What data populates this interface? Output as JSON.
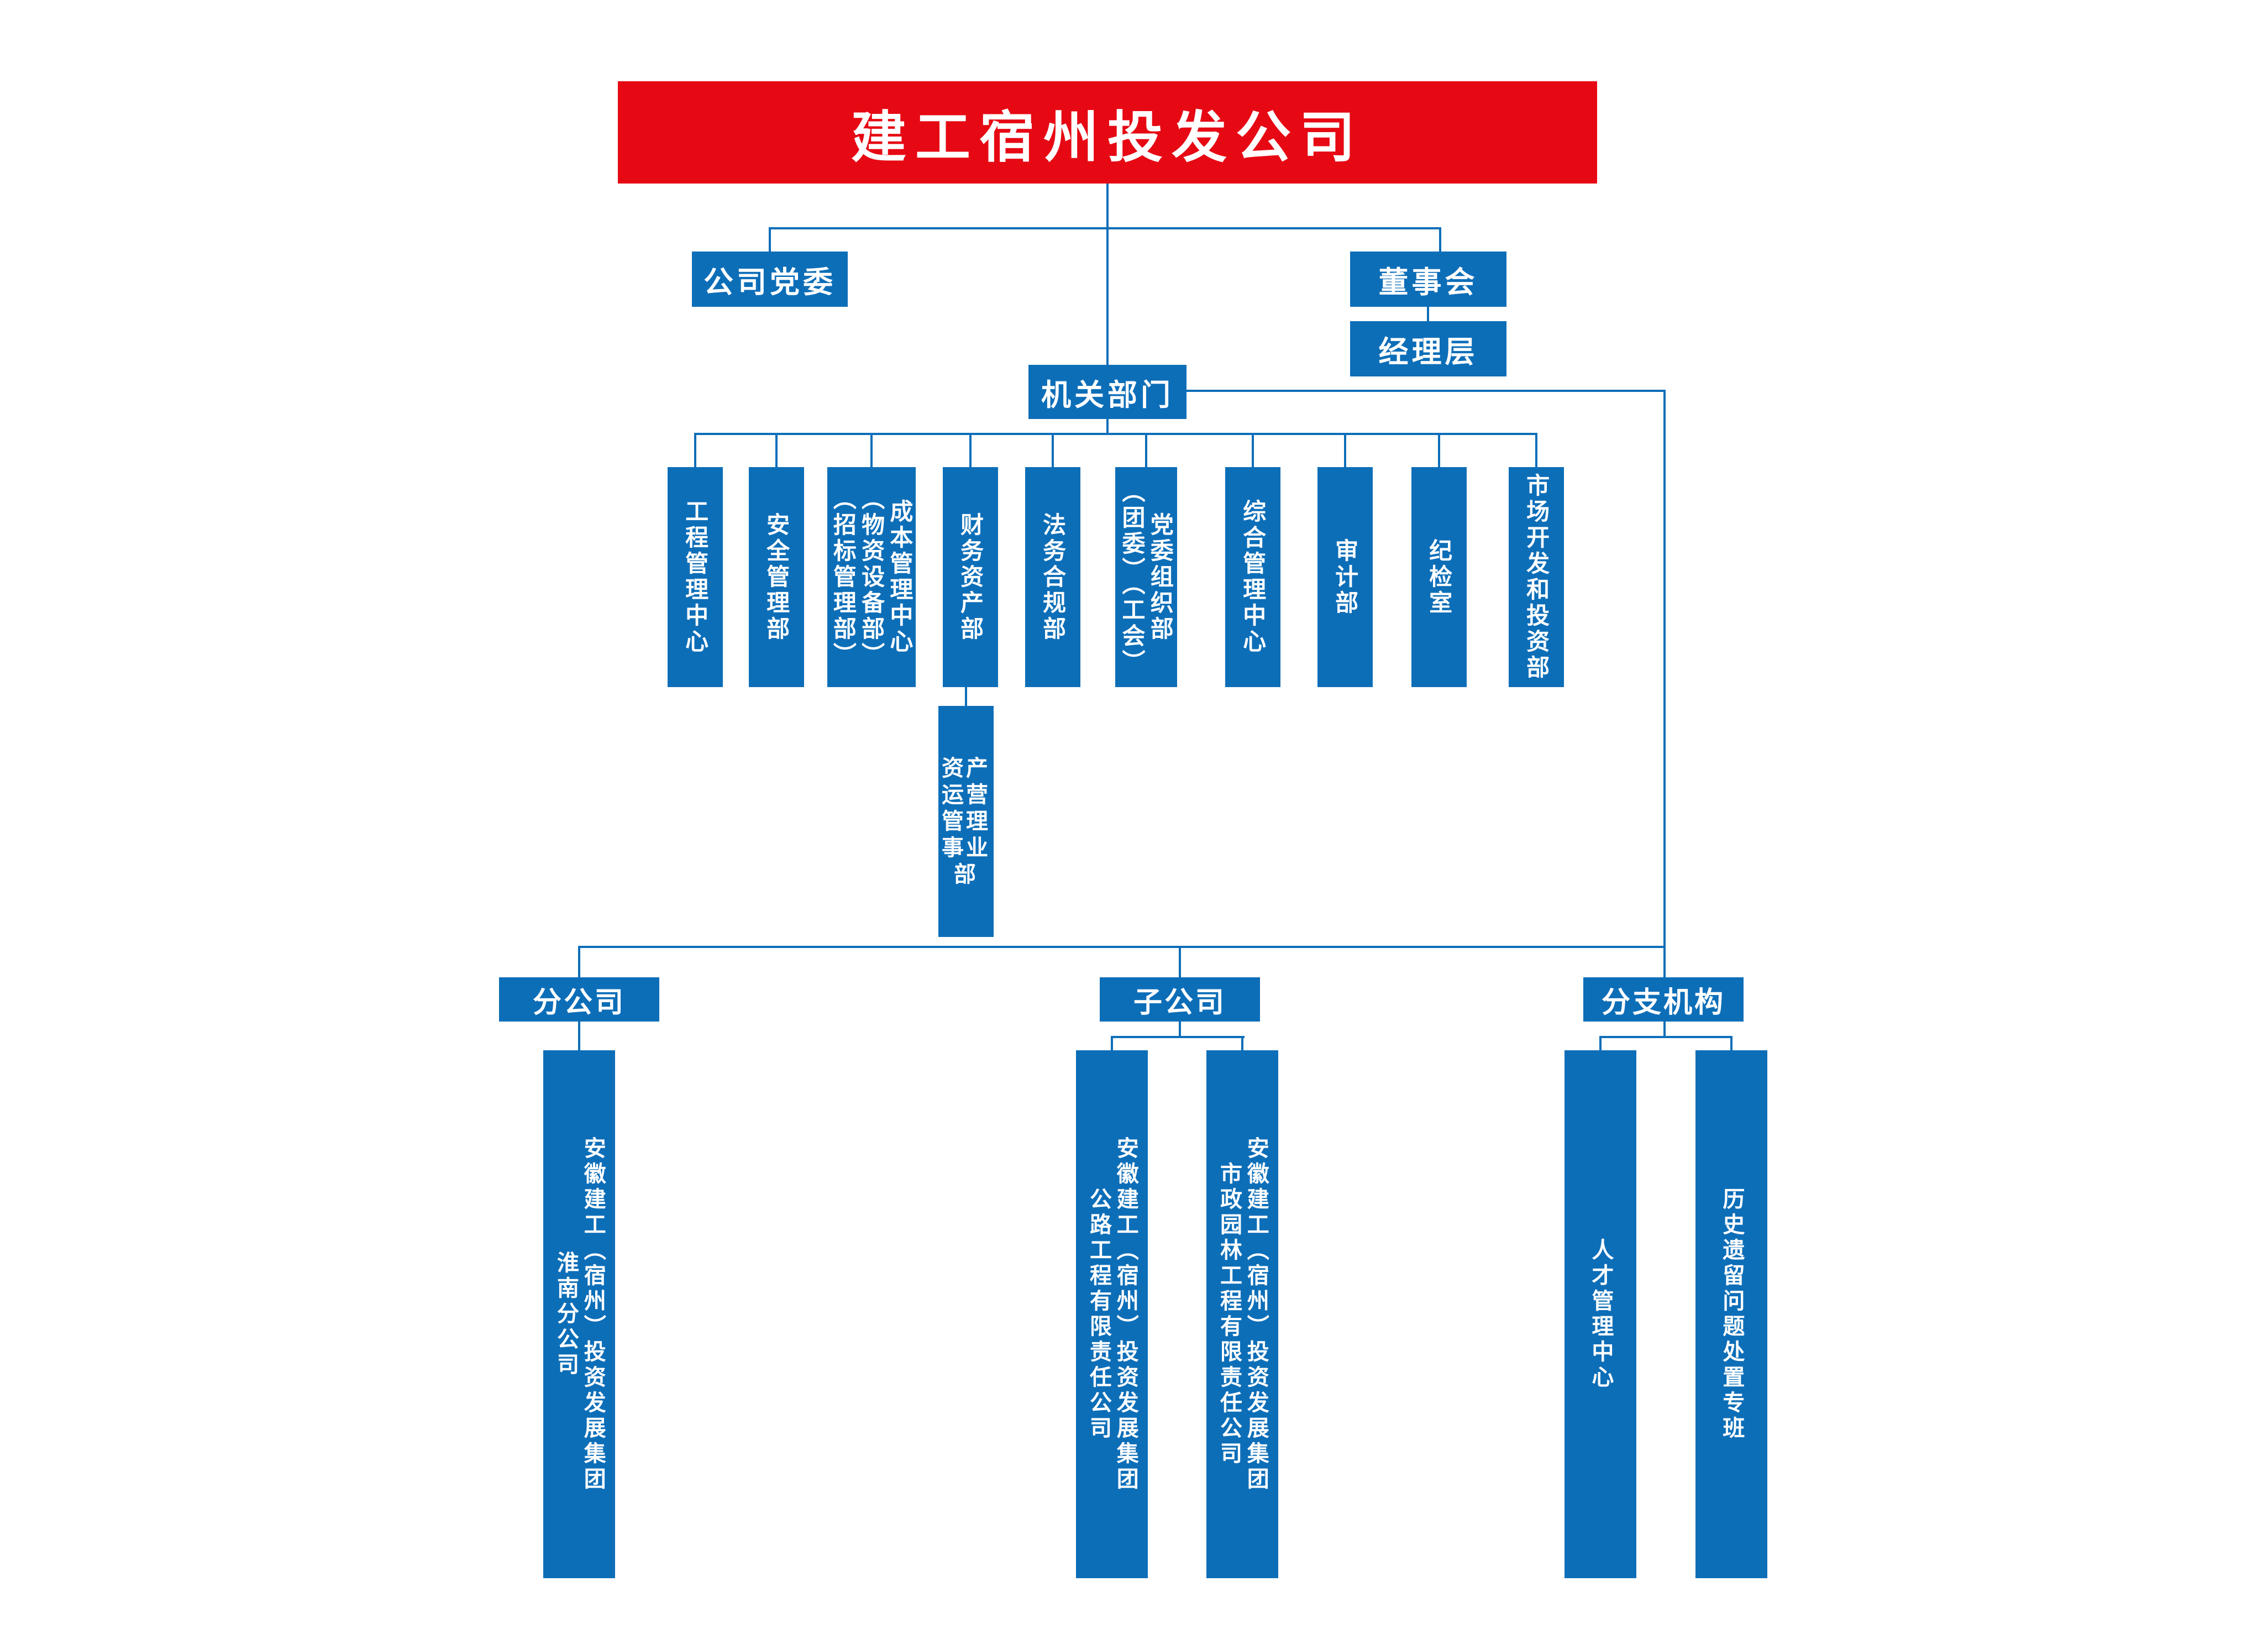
{
  "title": "建工宿州投发公司",
  "nodes": {
    "party_committee": "公司党委",
    "board": "董事会",
    "management": "经理层",
    "organ_departments": "机关部门",
    "asset_division": "资产运营管理事业部"
  },
  "departments": [
    "工程管理中心",
    "安全管理部",
    "成本管理中心\n（物资设备部）\n（招标管理部）",
    "财务资产部",
    "法务合规部",
    "党委组织部\n（团委）（工会）",
    "综合管理中心",
    "审计部",
    "纪检室",
    "市场开发和投资部"
  ],
  "branches": [
    {
      "label": "分公司",
      "children": [
        "安徽建工（宿州）投资发展集团\n淮南分公司"
      ]
    },
    {
      "label": "子公司",
      "children": [
        "安徽建工（宿州）投资发展集团\n公路工程有限责任公司",
        "安徽建工（宿州）投资发展集团\n市政园林工程有限责任公司"
      ]
    },
    {
      "label": "分支机构",
      "children": [
        "人才管理中心",
        "历史遗留问题处置专班"
      ]
    }
  ],
  "colors": {
    "banner_red": "#e60914",
    "box_blue": "#0d6eb8",
    "line_blue": "#0d6eb8",
    "text_white": "#ffffff"
  }
}
